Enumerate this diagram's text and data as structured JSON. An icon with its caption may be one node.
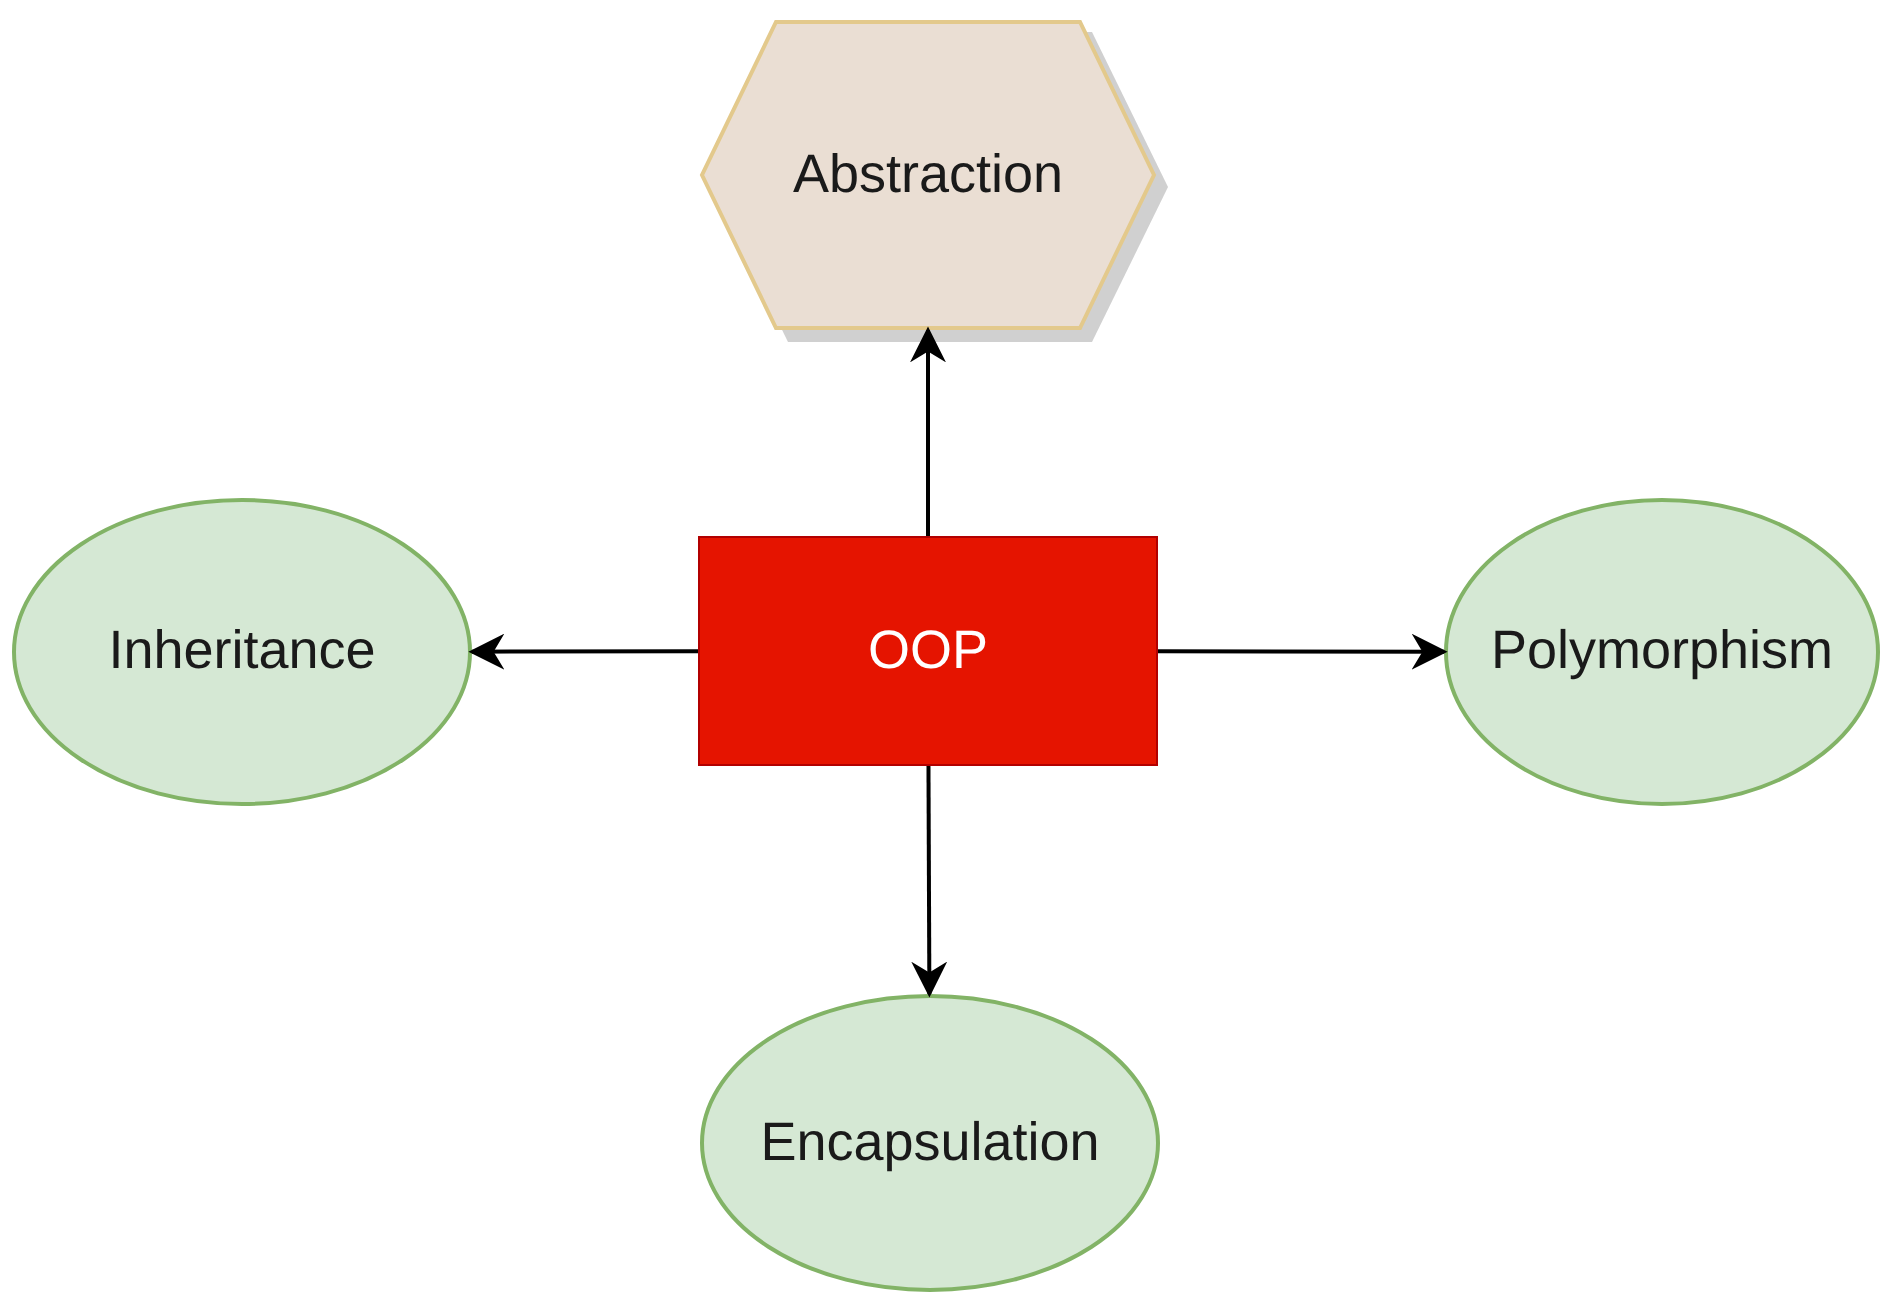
{
  "diagram": {
    "nodes": [
      {
        "text": [
          "Abstraction"
        ]
      },
      {
        "text": [
          "Inheritance"
        ]
      },
      {
        "text": [
          "OOP"
        ]
      },
      {
        "text": [
          "Polymorphism"
        ]
      },
      {
        "text": [
          "Encapsulation"
        ]
      }
    ],
    "edges": [
      {
        "from": 2,
        "to": 0,
        "arrow": "to"
      },
      {
        "from": 2,
        "to": 1,
        "arrow": "to"
      },
      {
        "from": 2,
        "to": 3,
        "arrow": "to"
      },
      {
        "from": 2,
        "to": 4,
        "arrow": "to"
      }
    ]
  }
}
